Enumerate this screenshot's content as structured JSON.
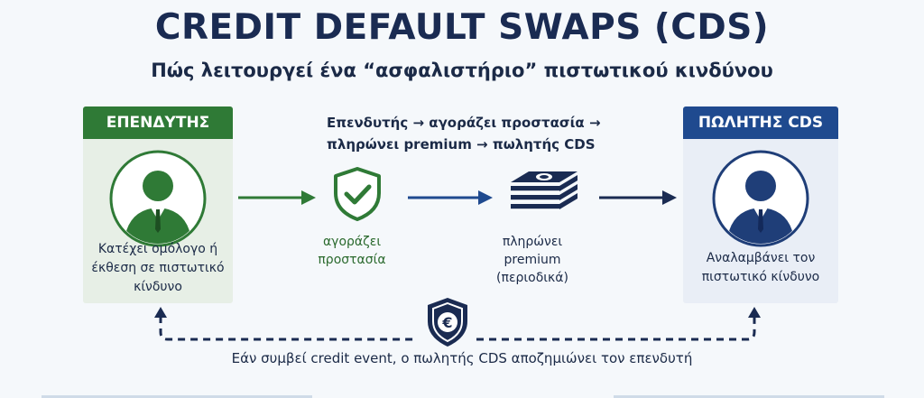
{
  "title": "CREDIT DEFAULT SWAPS (CDS)",
  "subtitle": "Πώς λειτουργεί ένα “ασφαλιστήριο” πιστωτικού κινδύνου",
  "investor": {
    "header": "ΕΠΕΝΔΥΤΗΣ",
    "text_lines": [
      "Κατέχει ομόλογο ή",
      "έκθεση σε πιστωτικό",
      "κίνδυνο"
    ],
    "color": "#2f7a36"
  },
  "seller": {
    "header": "ΠΩΛΗΤΗΣ CDS",
    "text_lines": [
      "Αναλαμβάνει τον",
      "πιστωτικό κίνδυνο"
    ],
    "color": "#1f4a8f"
  },
  "flow": {
    "line1": "Επενδυτής → αγοράζει προστασία →",
    "line2": "πληρώνει premium → πωλητής CDS"
  },
  "protection": {
    "icon": "shield-check-icon",
    "caption_lines": [
      "αγοράζει",
      "προστασία"
    ]
  },
  "premium": {
    "icon": "money-stack-icon",
    "caption_lines": [
      "πληρώνει",
      "premium",
      "(περιοδικά)"
    ]
  },
  "credit_event": {
    "icon": "euro-shield-icon",
    "text": "Εάν συμβεί credit event, ο πωλητής CDS αποζημιώνει τον επενδυτή"
  }
}
